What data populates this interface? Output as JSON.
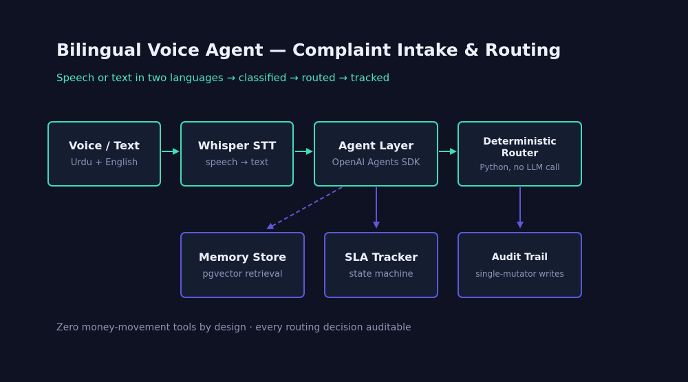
{
  "title": "Bilingual Voice Agent — Complaint Intake & Routing",
  "subtitle": "Speech or text in two languages → classified → routed → tracked",
  "footer": "Zero money-movement tools by design  ·  every routing decision auditable",
  "colors": {
    "background": "#0e1222",
    "node_fill": "#151d31",
    "primary_accent": "#40dcbc",
    "secondary_accent": "#5f57dc",
    "title_text": "#eef0fb",
    "muted_text": "#8d94b4"
  },
  "nodes": {
    "voice_text": {
      "title": "Voice / Text",
      "subtitle": "Urdu + English"
    },
    "whisper": {
      "title": "Whisper STT",
      "subtitle": "speech → text"
    },
    "agent": {
      "title": "Agent Layer",
      "subtitle": "OpenAI Agents SDK"
    },
    "router": {
      "title": "Deterministic Router",
      "subtitle": "Python, no LLM call"
    },
    "memory": {
      "title": "Memory Store",
      "subtitle": "pgvector retrieval"
    },
    "sla": {
      "title": "SLA Tracker",
      "subtitle": "state machine"
    },
    "audit": {
      "title": "Audit Trail",
      "subtitle": "single-mutator writes"
    }
  },
  "edges": [
    {
      "from": "voice_text",
      "to": "whisper",
      "style": "solid"
    },
    {
      "from": "whisper",
      "to": "agent",
      "style": "solid"
    },
    {
      "from": "agent",
      "to": "router",
      "style": "solid"
    },
    {
      "from": "agent",
      "to": "memory",
      "style": "dashed"
    },
    {
      "from": "agent",
      "to": "sla",
      "style": "solid"
    },
    {
      "from": "router",
      "to": "audit",
      "style": "solid"
    }
  ]
}
